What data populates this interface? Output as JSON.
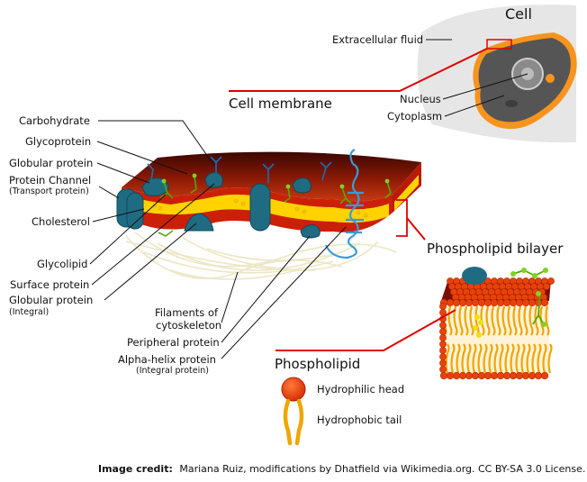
{
  "labels": {
    "cell_title": "Cell",
    "extracellular_fluid": "Extracellular fluid",
    "cell_membrane": "Cell membrane",
    "nucleus": "Nucleus",
    "cytoplasm": "Cytoplasm",
    "carbohydrate": "Carbohydrate",
    "glycoprotein": "Glycoprotein",
    "globular_protein": "Globular protein",
    "protein_channel": "Protein Channel",
    "protein_channel_sub": "(Transport protein)",
    "cholesterol": "Cholesterol",
    "glycolipid": "Glycolipid",
    "surface_protein": "Surface protein",
    "globular_protein_integral": "Globular protein",
    "globular_protein_integral_sub": "(Integral)",
    "filaments_line1": "Filaments of",
    "filaments_line2": "cytoskeleton",
    "peripheral_protein": "Peripheral protein",
    "alpha_helix": "Alpha-helix protein",
    "alpha_helix_sub": "(Integral protein)",
    "phospholipid_bilayer": "Phospholipid bilayer",
    "phospholipid": "Phospholipid",
    "hydrophilic_head": "Hydrophilic head",
    "hydrophobic_tail": "Hydrophobic tail"
  },
  "credit": {
    "prefix": "Image credit:",
    "text": "Mariana Ruiz, modifications by Dhatfield via Wikimedia.org. CC BY-SA 3.0 License."
  },
  "colors": {
    "membrane_dark": "#5a0f00",
    "membrane_red": "#d0200a",
    "membrane_yellow": "#ffd200",
    "protein": "#1f6b82",
    "pointer_red": "#e00000",
    "head": "#e8420a",
    "tail": "#f0a500"
  }
}
